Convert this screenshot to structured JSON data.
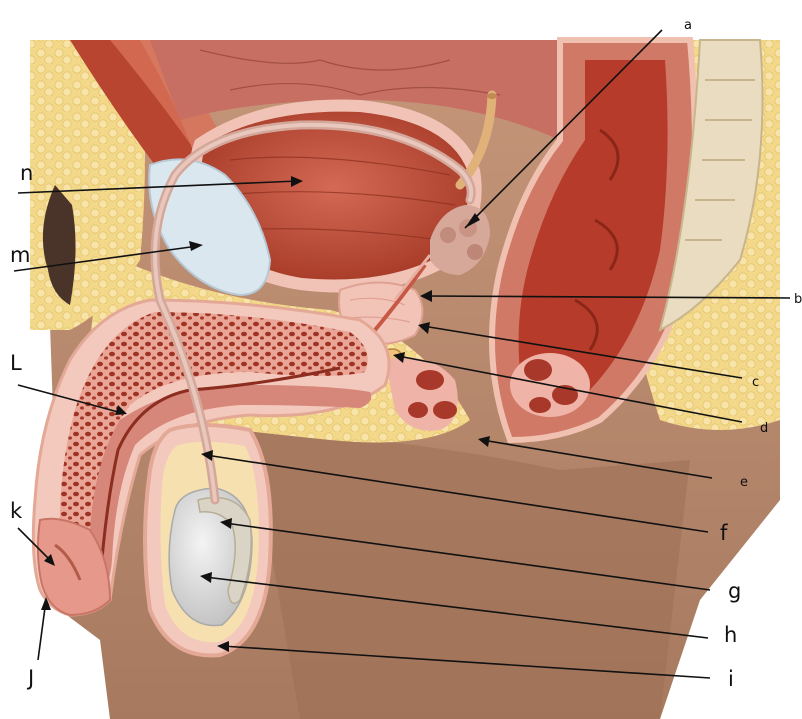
{
  "diagram": {
    "labels": [
      {
        "id": "a",
        "text": "a"
      },
      {
        "id": "b",
        "text": "b"
      },
      {
        "id": "c",
        "text": "c"
      },
      {
        "id": "d",
        "text": "d"
      },
      {
        "id": "e",
        "text": "e"
      },
      {
        "id": "f",
        "text": "f"
      },
      {
        "id": "g",
        "text": "g"
      },
      {
        "id": "h",
        "text": "h"
      },
      {
        "id": "i",
        "text": "i"
      },
      {
        "id": "J",
        "text": "J"
      },
      {
        "id": "k",
        "text": "k"
      },
      {
        "id": "L",
        "text": "L"
      },
      {
        "id": "m",
        "text": "m"
      },
      {
        "id": "n",
        "text": "n"
      }
    ]
  },
  "colors": {
    "skin": "#b98b70",
    "skin_dark": "#8a5f49",
    "fat": "#f2d58a",
    "muscle": "#b8452f",
    "muscle_light": "#d9705a",
    "tissue_pink": "#efb3a8",
    "erectile": "#c0503e",
    "testis": "#dcdcdc",
    "bone": "#e9dcc0",
    "ink": "#111111"
  }
}
